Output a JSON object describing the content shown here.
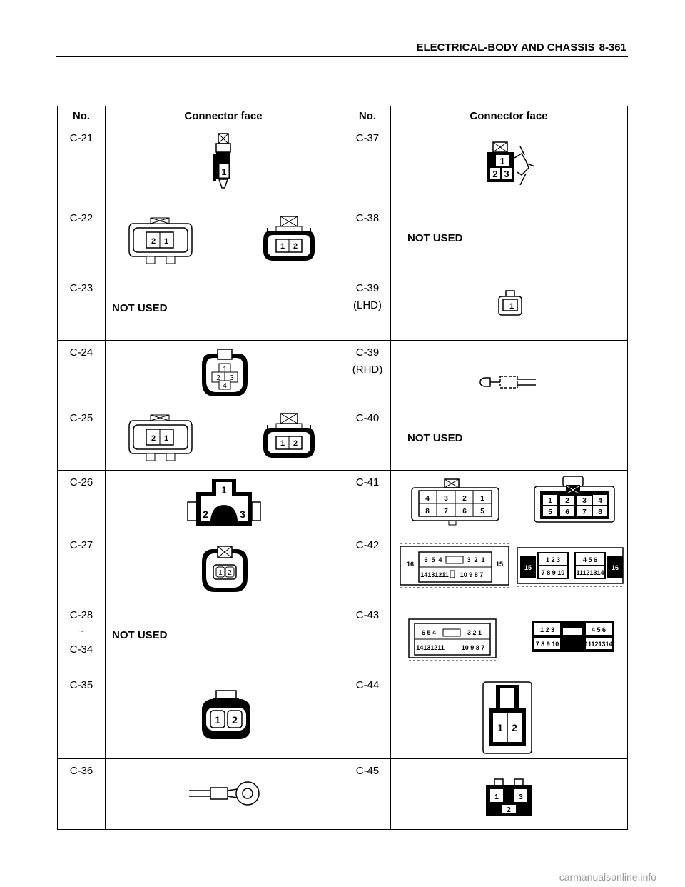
{
  "header": {
    "title": "ELECTRICAL-BODY AND CHASSIS",
    "page": "8-361"
  },
  "table": {
    "col_no": "No.",
    "col_face": "Connector face",
    "not_used": "NOT USED",
    "left": [
      {
        "no": "C-21"
      },
      {
        "no": "C-22"
      },
      {
        "no": "C-23"
      },
      {
        "no": "C-24"
      },
      {
        "no": "C-25"
      },
      {
        "no": "C-26"
      },
      {
        "no": "C-27"
      },
      {
        "no": "C-28",
        "tilde": "~",
        "no2": "C-34"
      },
      {
        "no": "C-35"
      },
      {
        "no": "C-36"
      }
    ],
    "right": [
      {
        "no": "C-37"
      },
      {
        "no": "C-38"
      },
      {
        "no": "C-39",
        "sub": "(LHD)"
      },
      {
        "no": "C-39",
        "sub": "(RHD)"
      },
      {
        "no": "C-40"
      },
      {
        "no": "C-41"
      },
      {
        "no": "C-42"
      },
      {
        "no": "C-43"
      },
      {
        "no": "C-44"
      },
      {
        "no": "C-45"
      }
    ]
  },
  "footer": {
    "watermark": "carmanualsonline.info"
  }
}
